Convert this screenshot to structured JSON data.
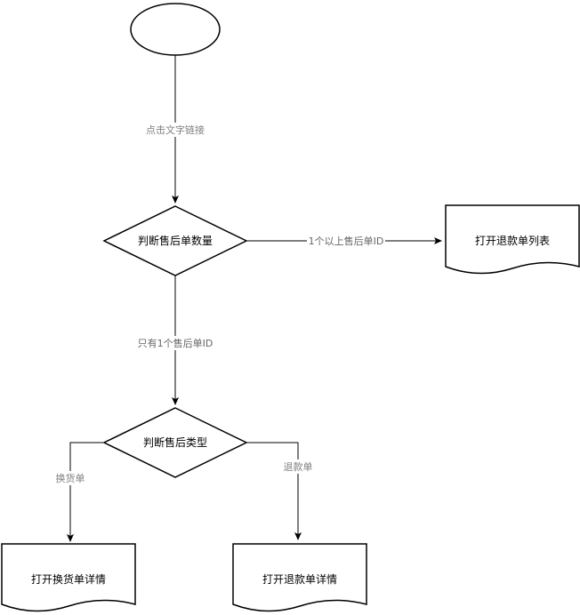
{
  "nodes": {
    "start": "",
    "decision_count": "判断售后单数量",
    "doc_refund_list": "打开退款单列表",
    "decision_type": "判断售后类型",
    "doc_exchange_detail": "打开换货单详情",
    "doc_refund_detail": "打开退款单详情"
  },
  "edges": {
    "click_link": "点击文字链接",
    "multiple_ids": "1个以上售后单ID",
    "single_id": "只有1个售后单ID",
    "exchange": "换货单",
    "refund": "退款单"
  }
}
